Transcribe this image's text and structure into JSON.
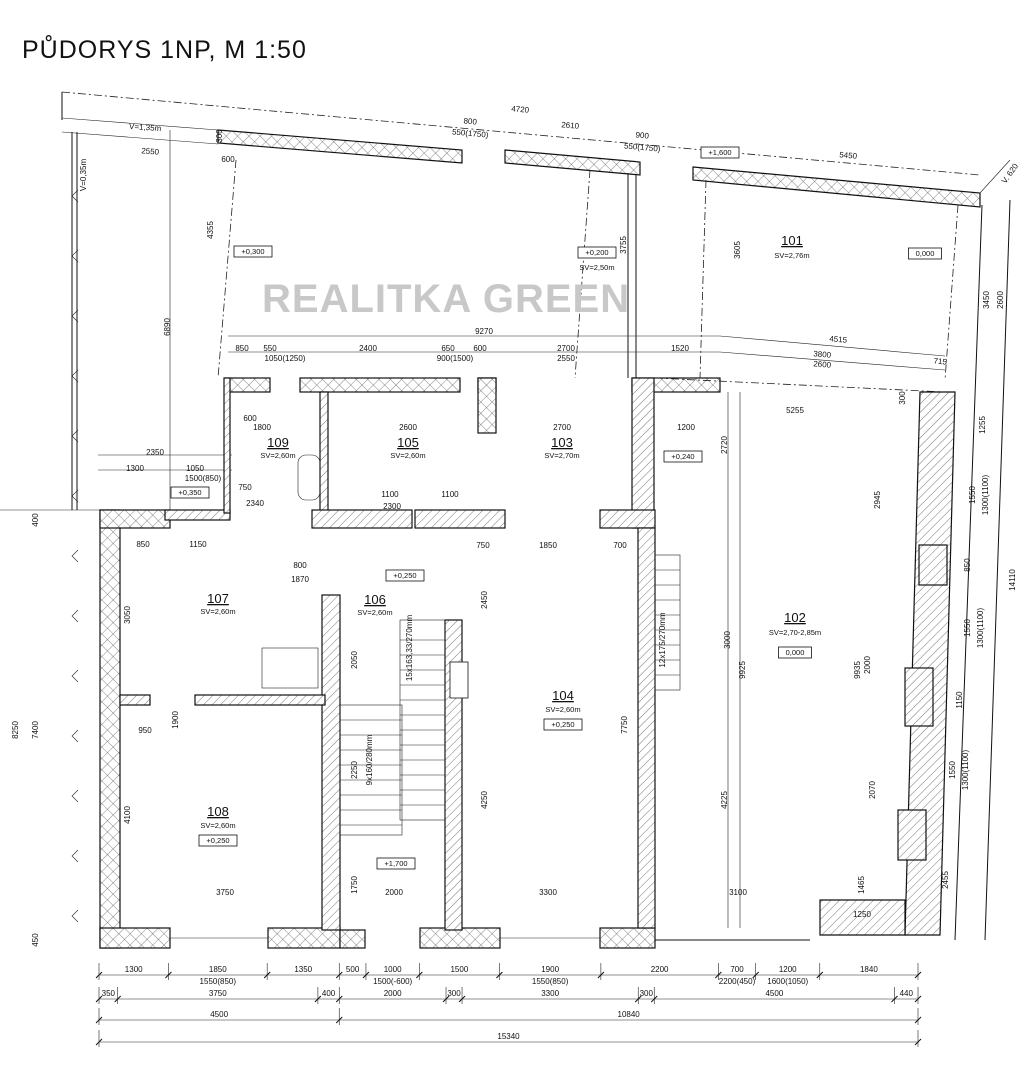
{
  "title": "PŮDORYS 1NP, M 1:50",
  "watermark": "REALITKA GREEN",
  "rooms": [
    {
      "no": "101",
      "sv": "SV=2,76m"
    },
    {
      "no": "102",
      "sv": "SV=2,70-2,85m"
    },
    {
      "no": "103",
      "sv": "SV=2,70m"
    },
    {
      "no": "104",
      "sv": "SV=2,60m"
    },
    {
      "no": "105",
      "sv": "SV=2,60m"
    },
    {
      "no": "106",
      "sv": "SV=2,60m"
    },
    {
      "no": "107",
      "sv": "SV=2,60m"
    },
    {
      "no": "108",
      "sv": "SV=2,60m"
    },
    {
      "no": "109",
      "sv": "SV=2,60m"
    }
  ],
  "levels": [
    "+0,300",
    "+0,200",
    "0,000",
    "+1,600",
    "+0,350",
    "+0,240",
    "+0,250",
    "+1,700",
    "0,000",
    "+0,250",
    "+0,250"
  ],
  "notes": [
    "SV=2,50m",
    "V=1,35m",
    "V=0,35m",
    "V. 620"
  ],
  "top_dims": [
    "4720",
    "800",
    "550(1750)",
    "2610",
    "900",
    "550(1750)",
    "5450",
    "2550",
    "600",
    "300",
    "750",
    "9270",
    "850",
    "550",
    "1050(1250)",
    "2400",
    "650",
    "900(1500)",
    "600",
    "2700",
    "2550",
    "1520",
    "4515",
    "3800",
    "2600",
    "715",
    "300"
  ],
  "side_dims": [
    "6890",
    "4355",
    "3755",
    "3605",
    "3450",
    "2600",
    "8250",
    "7400",
    "400",
    "450",
    "2350",
    "1300",
    "1050",
    "1500(850)",
    "14110",
    "1255",
    "1550",
    "1300(1100)",
    "850",
    "1550",
    "1300(1100)",
    "1150",
    "1550",
    "1300(1100)",
    "2455",
    "9925",
    "9935",
    "3000",
    "7750",
    "4225",
    "2720",
    "2945",
    "2000",
    "2070",
    "4250",
    "2450",
    "5255",
    "1200",
    "750",
    "1850",
    "700",
    "3300",
    "2000",
    "3100",
    "3750",
    "1250",
    "1465",
    "4100",
    "3050",
    "1750",
    "2050",
    "2250",
    "9x160/280mm",
    "15x163,33/270mm",
    "12x175/270mm",
    "1800",
    "2600",
    "2700",
    "600",
    "2340",
    "2300",
    "1100",
    "1100",
    "850",
    "1150",
    "1870",
    "800",
    "1900",
    "950"
  ],
  "bottom_chains": [
    {
      "values": [
        1300,
        1850,
        1350,
        500,
        1000,
        1500,
        1900,
        2200,
        700,
        1200,
        1840
      ],
      "sub": [
        "",
        "1550(850)",
        "",
        "",
        "1500(-600)",
        "",
        "1550(850)",
        "",
        "2200(450)",
        "1600(1050)",
        ""
      ]
    },
    {
      "values": [
        350,
        3750,
        400,
        2000,
        300,
        3300,
        300,
        4500,
        440
      ],
      "sub": []
    },
    {
      "values": [
        4500,
        10840
      ],
      "sub": []
    },
    {
      "values": [
        15340
      ],
      "sub": []
    }
  ]
}
